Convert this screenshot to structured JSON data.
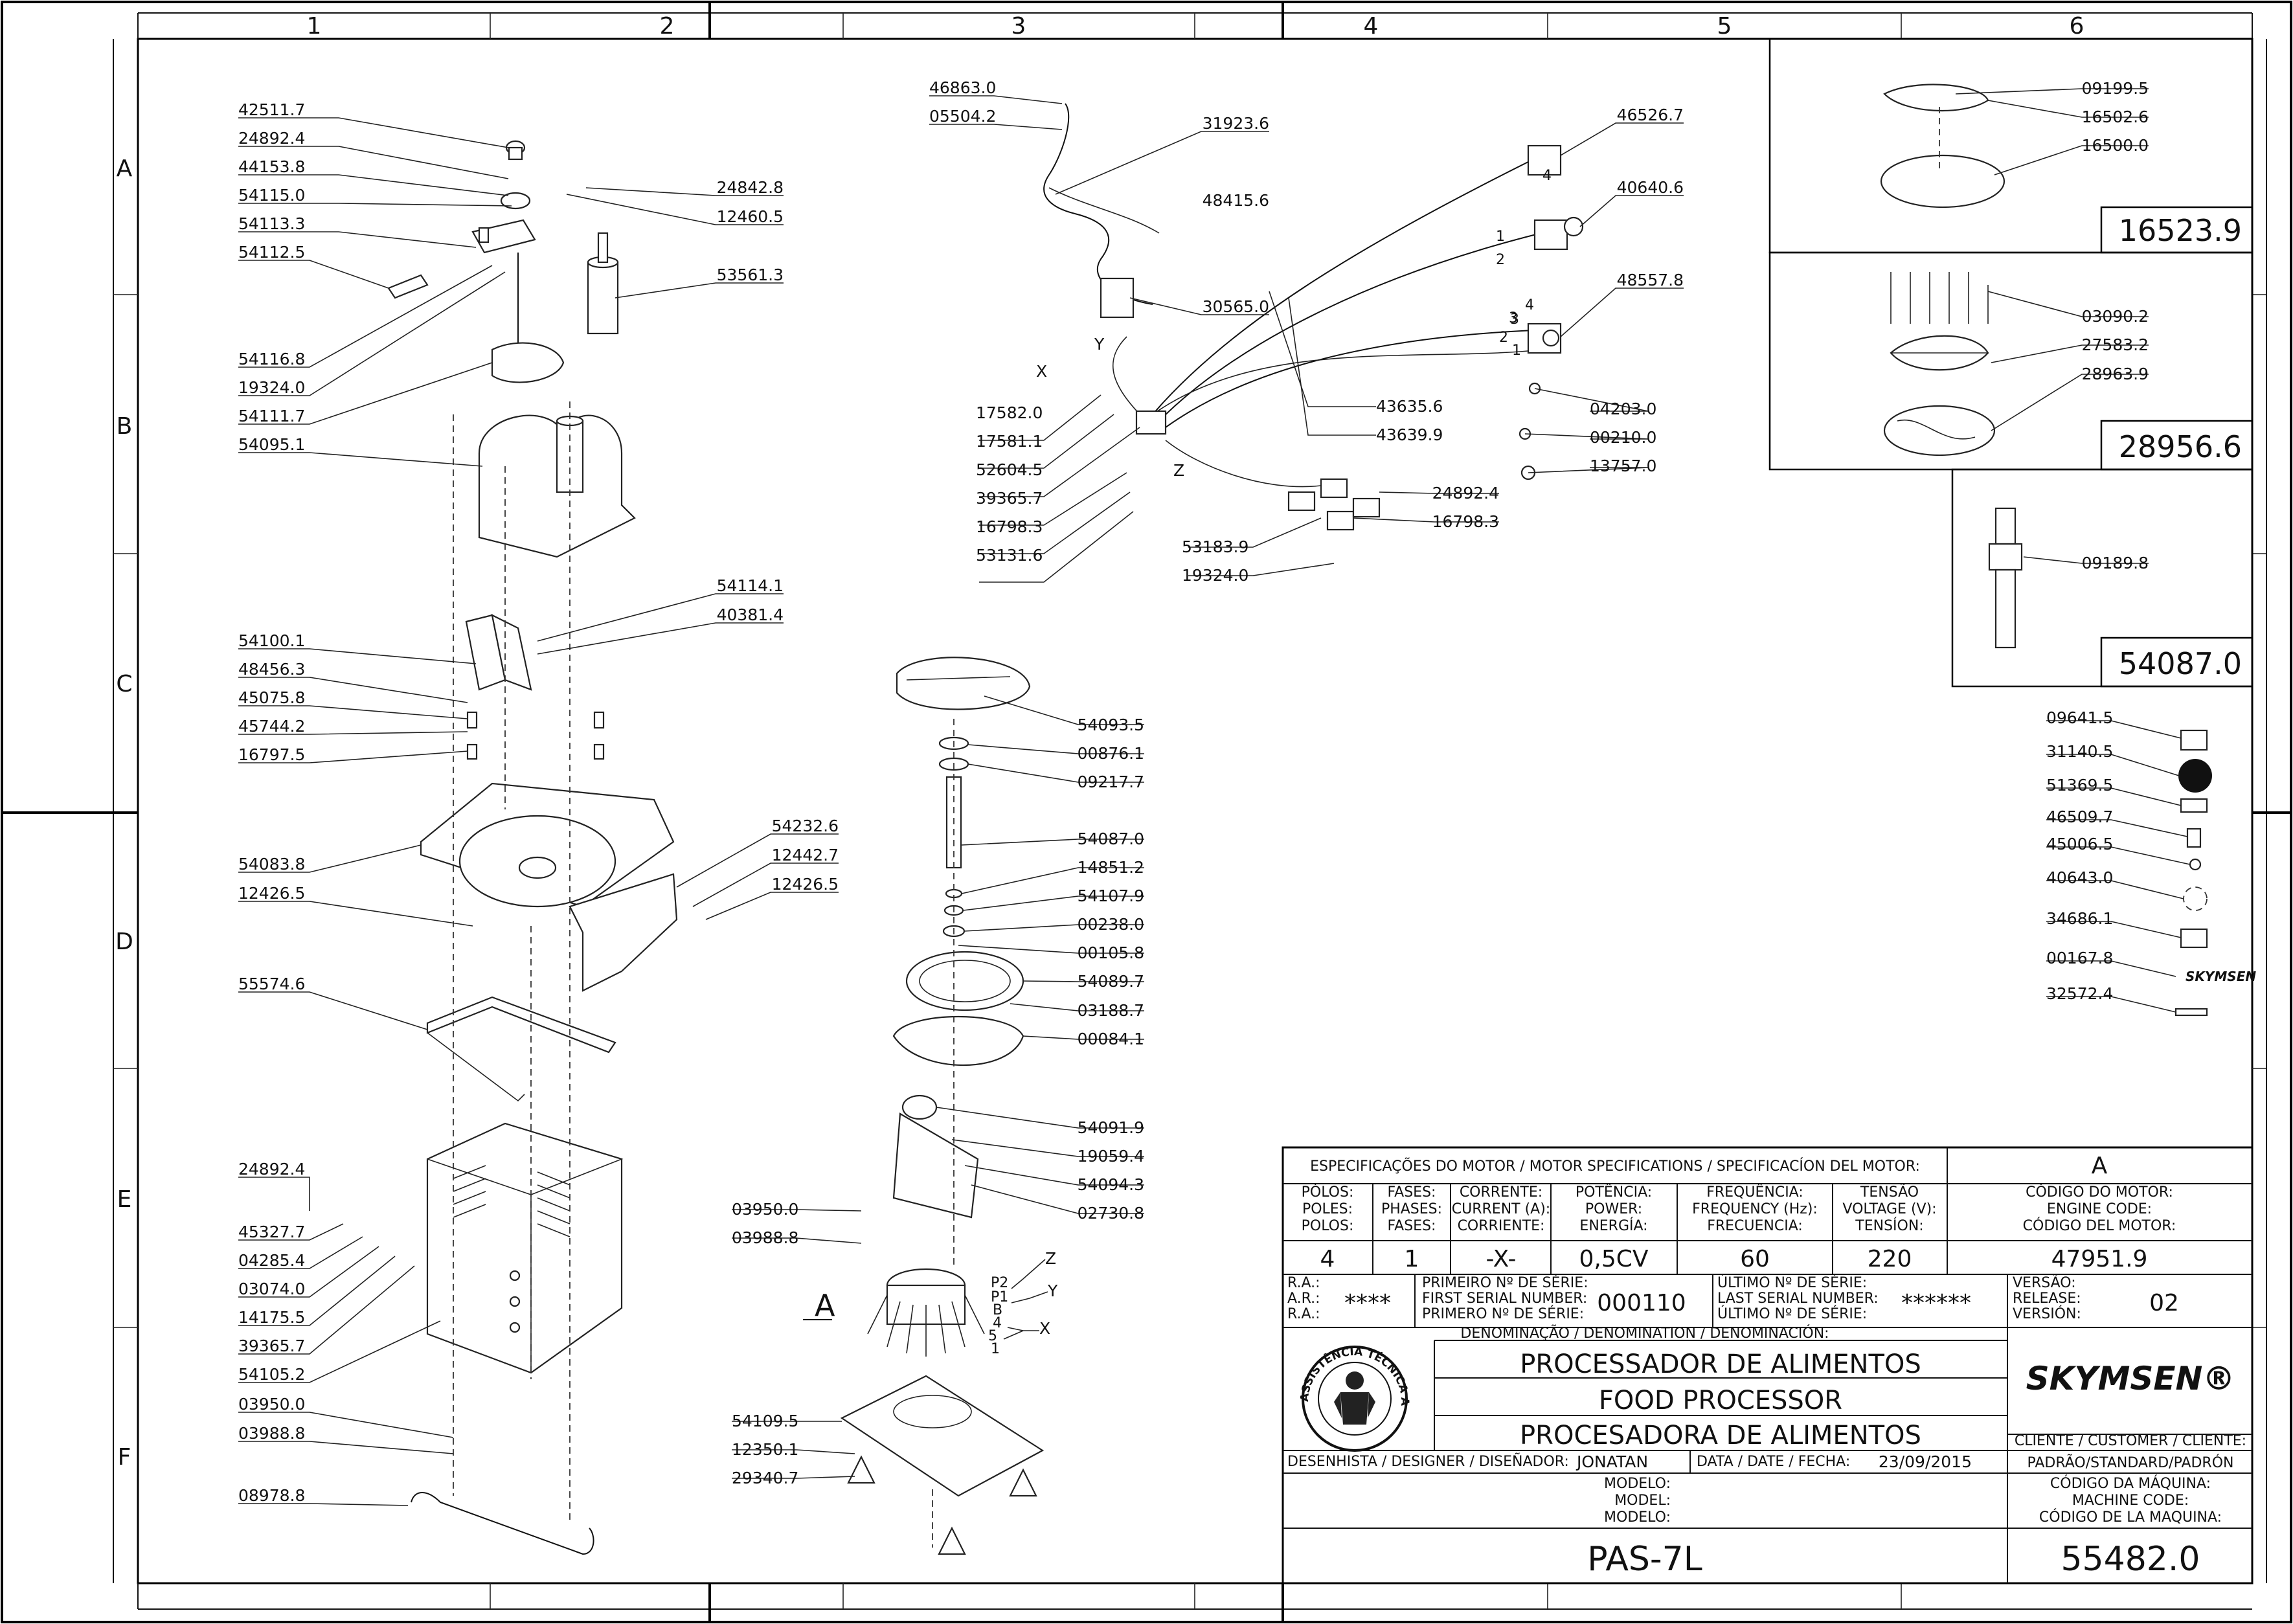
{
  "grid": {
    "columns": [
      "1",
      "2",
      "3",
      "4",
      "5",
      "6"
    ],
    "rows": [
      "A",
      "B",
      "C",
      "D",
      "E",
      "F"
    ]
  },
  "callouts": {
    "group1": [
      "42511.7",
      "24892.4",
      "44153.8",
      "54115.0",
      "54113.3",
      "54112.5",
      "24842.8",
      "12460.5",
      "53561.3",
      "54116.8",
      "19324.0",
      "54111.7",
      "54095.1",
      "54114.1",
      "40381.4",
      "54100.1",
      "48456.3",
      "45075.8",
      "45744.2",
      "16797.5",
      "54232.6",
      "12442.7",
      "12426.5",
      "54083.8",
      "12426.5",
      "55574.6",
      "24892.4",
      "45327.7",
      "04285.4",
      "03074.0",
      "14175.5",
      "39365.7",
      "54105.2",
      "03950.0",
      "03988.8",
      "08978.8"
    ],
    "group2": [
      "46863.0",
      "05504.2",
      "31923.6",
      "48415.6",
      "30565.0",
      "46526.7",
      "40640.6",
      "48557.8",
      "17582.0",
      "17581.1",
      "52604.5",
      "39365.7",
      "16798.3",
      "53131.6",
      "43635.6",
      "43639.9",
      "04203.0",
      "00210.0",
      "13757.0",
      "24892.4",
      "16798.3",
      "53183.9",
      "19324.0"
    ],
    "group3": [
      "54093.5",
      "00876.1",
      "09217.7",
      "54087.0",
      "14851.2",
      "54107.9",
      "00238.0",
      "00105.8",
      "54089.7",
      "03188.7",
      "00084.1",
      "54091.9",
      "19059.4",
      "54094.3",
      "02730.8",
      "03950.0",
      "03988.8",
      "54109.5",
      "12350.1",
      "29340.7"
    ],
    "group4": [
      "09199.5",
      "16502.6",
      "16500.0",
      "03090.2",
      "27583.2",
      "28963.9",
      "09189.8",
      "09641.5",
      "31140.5",
      "51369.5",
      "46509.7",
      "45006.5",
      "40643.0",
      "34686.1",
      "00167.8",
      "32572.4"
    ],
    "wire_letters": [
      "X",
      "Y",
      "Z"
    ],
    "motor_wires": [
      "P2",
      "P1",
      "B",
      "4",
      "5",
      "1"
    ],
    "motor_wire_letters": [
      "Z",
      "Y",
      "X"
    ],
    "connector_numbers": [
      "1",
      "2",
      "3",
      "4",
      "4",
      "3",
      "2",
      "1"
    ],
    "detail_marker": "A"
  },
  "kits": {
    "k1": "16523.9",
    "k2": "28956.6",
    "k3": "54087.0"
  },
  "brand": {
    "logo": "SKYMSEN®",
    "small_logo": "SKYMSEN"
  },
  "seal": {
    "text": "ASSISTÊNCIA TÉCNICA AUTORIZADA"
  },
  "title_block": {
    "motor_header": "ESPECIFICAÇÕES DO MOTOR / MOTOR SPECIFICATIONS / SPECIFICACÍON DEL MOTOR:",
    "rev_letter": "A",
    "poles_lbl": [
      "PÓLOS:",
      "POLES:",
      "POLOS:"
    ],
    "phases_lbl": [
      "FASES:",
      "PHASES:",
      "FASES:"
    ],
    "current_lbl": [
      "CORRENTE:",
      "CURRENT (A):",
      "CORRIENTE:"
    ],
    "power_lbl": [
      "POTÊNCIA:",
      "POWER:",
      "ENERGÍA:"
    ],
    "freq_lbl": [
      "FREQUÊNCIA:",
      "FREQUENCY (Hz):",
      "FRECUENCIA:"
    ],
    "voltage_lbl": [
      "TENSÃO",
      "VOLTAGE (V):",
      "TENSÍON:"
    ],
    "engine_lbl": [
      "CÓDIGO DO MOTOR:",
      "ENGINE CODE:",
      "CÓDIGO DEL MOTOR:"
    ],
    "poles": "4",
    "phases": "1",
    "current": "-X-",
    "power": "0,5CV",
    "frequency": "60",
    "voltage": "220",
    "engine_code": "47951.9",
    "ra_lbl": [
      "R.A.:",
      "A.R.:",
      "R.A.:"
    ],
    "ra": "****",
    "first_serial_lbl": [
      "PRIMEIRO Nº DE SÉRIE:",
      "FIRST SERIAL NUMBER:",
      "PRIMERO Nº DE SÉRIE:"
    ],
    "first_serial": "000110",
    "last_serial_lbl": [
      "ÚLTIMO Nº DE SÉRIE:",
      "LAST SERIAL NUMBER:",
      "ÚLTIMO Nº DE SÉRIE:"
    ],
    "last_serial": "******",
    "version_lbl": [
      "VERSÃO:",
      "RELEASE:",
      "VERSIÓN:"
    ],
    "version": "02",
    "denom_lbl": "DENOMINAÇÃO / DENOMINATION / DENOMINACIÓN:",
    "name_pt": "PROCESSADOR DE ALIMENTOS",
    "name_en": "FOOD PROCESSOR",
    "name_es": "PROCESADORA DE ALIMENTOS",
    "customer_lbl": "CLIENTE / CUSTOMER / CLIENTE:",
    "designer_lbl": "DESENHISTA / DESIGNER / DISEÑADOR:",
    "designer": "JONATAN",
    "date_lbl": "DATA / DATE / FECHA:",
    "date": "23/09/2015",
    "customer": "PADRÃO/STANDARD/PADRÓN",
    "model_lbl": [
      "MODELO:",
      "MODEL:",
      "MODELO:"
    ],
    "machine_lbl": [
      "CÓDIGO DA MÁQUINA:",
      "MACHINE CODE:",
      "CÓDIGO DE LA MAQUINA:"
    ],
    "model": "PAS-7L",
    "machine_code": "55482.0"
  }
}
